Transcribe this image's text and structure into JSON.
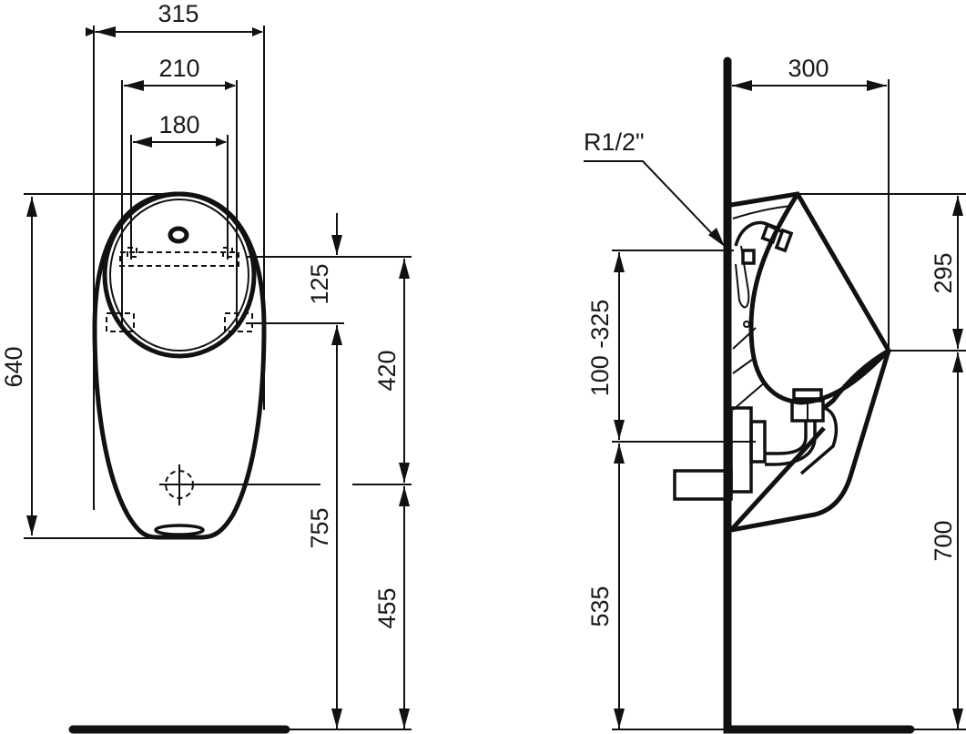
{
  "drawing": {
    "type": "technical-dimension-drawing",
    "subject": "wall-hung urinal",
    "units": "mm",
    "line_color": "#111111",
    "background": "#ffffff"
  },
  "front_view": {
    "widths": {
      "overall": "315",
      "fixing_outer": "210",
      "fixing_inner": "180"
    },
    "heights": {
      "body_height": "640",
      "fixing_spacing": "125",
      "fixing_to_outlet": "420",
      "fixing_to_floor": "755",
      "outlet_to_floor": "455"
    }
  },
  "side_view": {
    "projection": "300",
    "inlet_thread": "R1/2\"",
    "heights": {
      "inlet_range": "100 -325",
      "top_to_rim": "295",
      "rim_to_floor": "700",
      "waste_to_floor": "535"
    }
  }
}
